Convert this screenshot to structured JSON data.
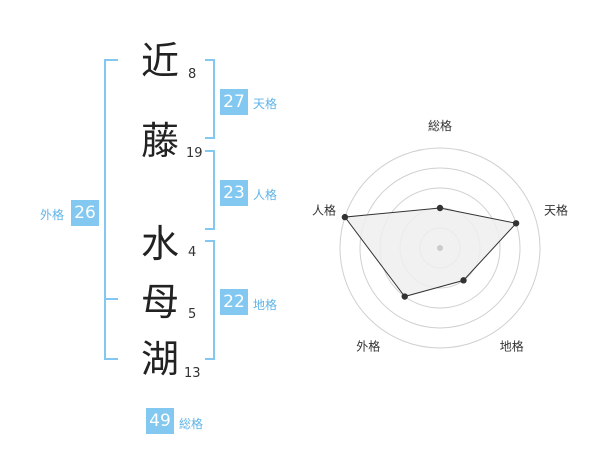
{
  "characters": [
    {
      "char": "近",
      "strokes": "8"
    },
    {
      "char": "藤",
      "strokes": "19"
    },
    {
      "char": "水",
      "strokes": "4"
    },
    {
      "char": "母",
      "strokes": "5"
    },
    {
      "char": "湖",
      "strokes": "13"
    }
  ],
  "groups": {
    "tenkaku": {
      "value": "27",
      "label": "天格"
    },
    "jinkaku": {
      "value": "23",
      "label": "人格"
    },
    "chikaku": {
      "value": "22",
      "label": "地格"
    },
    "gaikaku": {
      "value": "26",
      "label": "外格"
    },
    "soukaku": {
      "value": "49",
      "label": "総格"
    }
  },
  "chart_data": {
    "type": "radar",
    "axes": [
      "総格",
      "天格",
      "地格",
      "外格",
      "人格"
    ],
    "values": [
      2,
      4,
      2,
      3,
      5
    ],
    "max": 5,
    "colors": {
      "ring": "#d0d0d0",
      "fill": "#eeeeee",
      "line": "#333333",
      "point": "#333333",
      "center": "#cccccc"
    }
  }
}
